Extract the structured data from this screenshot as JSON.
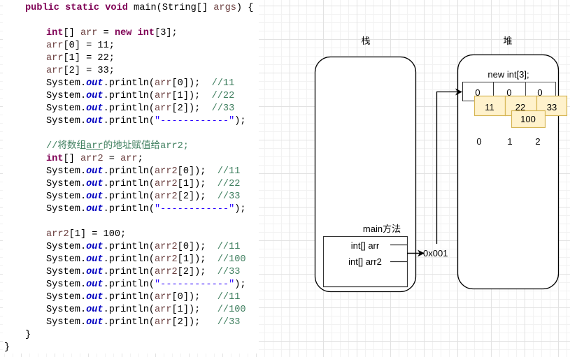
{
  "code_editor": {
    "lines": [
      {
        "indent": 1,
        "tokens": [
          [
            "kw",
            "public"
          ],
          [
            "p",
            " "
          ],
          [
            "kw",
            "static"
          ],
          [
            "p",
            " "
          ],
          [
            "kw",
            "void"
          ],
          [
            "p",
            " main(String[] "
          ],
          [
            "var",
            "args"
          ],
          [
            "p",
            ") {"
          ]
        ]
      },
      {
        "indent": 2,
        "tokens": []
      },
      {
        "indent": 2,
        "tokens": [
          [
            "kw",
            "int"
          ],
          [
            "p",
            "[] "
          ],
          [
            "var",
            "arr"
          ],
          [
            "p",
            " = "
          ],
          [
            "kw",
            "new"
          ],
          [
            "p",
            " "
          ],
          [
            "kw",
            "int"
          ],
          [
            "p",
            "[3];"
          ]
        ]
      },
      {
        "indent": 2,
        "tokens": [
          [
            "var",
            "arr"
          ],
          [
            "p",
            "[0] = 11;"
          ]
        ]
      },
      {
        "indent": 2,
        "tokens": [
          [
            "var",
            "arr"
          ],
          [
            "p",
            "[1] = 22;"
          ]
        ]
      },
      {
        "indent": 2,
        "tokens": [
          [
            "var",
            "arr"
          ],
          [
            "p",
            "[2] = 33;"
          ]
        ]
      },
      {
        "indent": 2,
        "tokens": [
          [
            "p",
            "System."
          ],
          [
            "fld",
            "out"
          ],
          [
            "p",
            ".println("
          ],
          [
            "var",
            "arr"
          ],
          [
            "p",
            "[0]);  "
          ],
          [
            "cmt",
            "//11"
          ]
        ]
      },
      {
        "indent": 2,
        "tokens": [
          [
            "p",
            "System."
          ],
          [
            "fld",
            "out"
          ],
          [
            "p",
            ".println("
          ],
          [
            "var",
            "arr"
          ],
          [
            "p",
            "[1]);  "
          ],
          [
            "cmt",
            "//22"
          ]
        ]
      },
      {
        "indent": 2,
        "tokens": [
          [
            "p",
            "System."
          ],
          [
            "fld",
            "out"
          ],
          [
            "p",
            ".println("
          ],
          [
            "var",
            "arr"
          ],
          [
            "p",
            "[2]);  "
          ],
          [
            "cmt",
            "//33"
          ]
        ]
      },
      {
        "indent": 2,
        "tokens": [
          [
            "p",
            "System."
          ],
          [
            "fld",
            "out"
          ],
          [
            "p",
            ".println("
          ],
          [
            "str",
            "\"------------\""
          ],
          [
            "p",
            ");"
          ]
        ]
      },
      {
        "indent": 2,
        "tokens": []
      },
      {
        "indent": 2,
        "tokens": [
          [
            "cmt",
            "//将数组"
          ],
          [
            "cmtu",
            "arr"
          ],
          [
            "cmt",
            "的地址赋值给arr2;"
          ]
        ]
      },
      {
        "indent": 2,
        "tokens": [
          [
            "kw",
            "int"
          ],
          [
            "p",
            "[] "
          ],
          [
            "var",
            "arr2"
          ],
          [
            "p",
            " = "
          ],
          [
            "var",
            "arr"
          ],
          [
            "p",
            ";"
          ]
        ]
      },
      {
        "indent": 2,
        "tokens": [
          [
            "p",
            "System."
          ],
          [
            "fld",
            "out"
          ],
          [
            "p",
            ".println("
          ],
          [
            "var",
            "arr2"
          ],
          [
            "p",
            "[0]);  "
          ],
          [
            "cmt",
            "//11"
          ]
        ]
      },
      {
        "indent": 2,
        "tokens": [
          [
            "p",
            "System."
          ],
          [
            "fld",
            "out"
          ],
          [
            "p",
            ".println("
          ],
          [
            "var",
            "arr2"
          ],
          [
            "p",
            "[1]);  "
          ],
          [
            "cmt",
            "//22"
          ]
        ]
      },
      {
        "indent": 2,
        "tokens": [
          [
            "p",
            "System."
          ],
          [
            "fld",
            "out"
          ],
          [
            "p",
            ".println("
          ],
          [
            "var",
            "arr2"
          ],
          [
            "p",
            "[2]);  "
          ],
          [
            "cmt",
            "//33"
          ]
        ]
      },
      {
        "indent": 2,
        "tokens": [
          [
            "p",
            "System."
          ],
          [
            "fld",
            "out"
          ],
          [
            "p",
            ".println("
          ],
          [
            "str",
            "\"------------\""
          ],
          [
            "p",
            ");"
          ]
        ]
      },
      {
        "indent": 2,
        "tokens": []
      },
      {
        "indent": 2,
        "tokens": [
          [
            "var",
            "arr2"
          ],
          [
            "p",
            "[1] = 100;"
          ]
        ]
      },
      {
        "indent": 2,
        "tokens": [
          [
            "p",
            "System."
          ],
          [
            "fld",
            "out"
          ],
          [
            "p",
            ".println("
          ],
          [
            "var",
            "arr2"
          ],
          [
            "p",
            "[0]);  "
          ],
          [
            "cmt",
            "//11"
          ]
        ]
      },
      {
        "indent": 2,
        "tokens": [
          [
            "p",
            "System."
          ],
          [
            "fld",
            "out"
          ],
          [
            "p",
            ".println("
          ],
          [
            "var",
            "arr2"
          ],
          [
            "p",
            "[1]);  "
          ],
          [
            "cmt",
            "//100"
          ]
        ]
      },
      {
        "indent": 2,
        "tokens": [
          [
            "p",
            "System."
          ],
          [
            "fld",
            "out"
          ],
          [
            "p",
            ".println("
          ],
          [
            "var",
            "arr2"
          ],
          [
            "p",
            "[2]);  "
          ],
          [
            "cmt",
            "//33"
          ]
        ]
      },
      {
        "indent": 2,
        "tokens": [
          [
            "p",
            "System."
          ],
          [
            "fld",
            "out"
          ],
          [
            "p",
            ".println("
          ],
          [
            "str",
            "\"------------\""
          ],
          [
            "p",
            ");"
          ]
        ]
      },
      {
        "indent": 2,
        "tokens": [
          [
            "p",
            "System."
          ],
          [
            "fld",
            "out"
          ],
          [
            "p",
            ".println("
          ],
          [
            "var",
            "arr"
          ],
          [
            "p",
            "[0]);   "
          ],
          [
            "cmt",
            "//11"
          ]
        ]
      },
      {
        "indent": 2,
        "tokens": [
          [
            "p",
            "System."
          ],
          [
            "fld",
            "out"
          ],
          [
            "p",
            ".println("
          ],
          [
            "var",
            "arr"
          ],
          [
            "p",
            "[1]);   "
          ],
          [
            "cmt",
            "//100"
          ]
        ]
      },
      {
        "indent": 2,
        "tokens": [
          [
            "p",
            "System."
          ],
          [
            "fld",
            "out"
          ],
          [
            "p",
            ".println("
          ],
          [
            "var",
            "arr"
          ],
          [
            "p",
            "[2]);   "
          ],
          [
            "cmt",
            "//33"
          ]
        ]
      },
      {
        "indent": 1,
        "tokens": [
          [
            "p",
            "}"
          ]
        ]
      },
      {
        "indent": 0,
        "tokens": [
          [
            "p",
            "}"
          ]
        ]
      }
    ],
    "syntax_colors": {
      "keyword": "#7f0055",
      "variable": "#6a3e3e",
      "field": "#0000c0",
      "string": "#2a00ff",
      "comment": "#3f7f5f"
    }
  },
  "diagram": {
    "stack_label": "栈",
    "heap_label": "堆",
    "heap_array_title": "new int[3];",
    "array_default_values": [
      "0",
      "0",
      "0"
    ],
    "array_assigned_values": [
      "11",
      "22",
      "33"
    ],
    "array_reassigned_value": "100",
    "array_indices": [
      "0",
      "1",
      "2"
    ],
    "stack_frame_label": "main方法",
    "stack_variables": [
      "int[] arr",
      "int[] arr2"
    ],
    "address": "0x001",
    "colors": {
      "value_box_fill": "#fff2cc",
      "value_box_stroke": "#d6b656"
    }
  }
}
